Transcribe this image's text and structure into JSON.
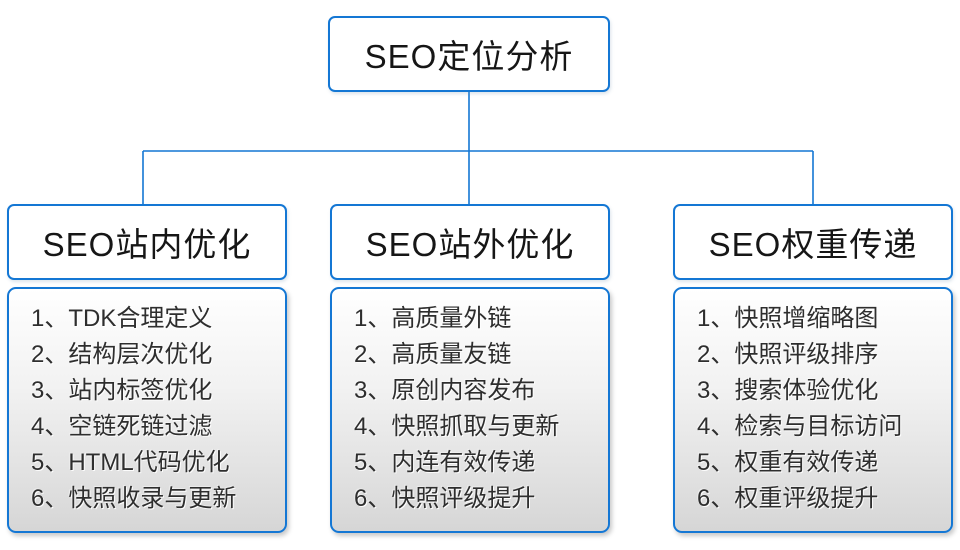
{
  "palette": {
    "line_blue": "#1477d4",
    "panel_gradient_top": "#ffffff",
    "panel_gradient_bottom": "#d6d6d6",
    "text_dark": "#161616"
  },
  "root": {
    "label": "SEO定位分析"
  },
  "branches": [
    {
      "title": "SEO站内优化",
      "items": [
        "1、TDK合理定义",
        "2、结构层次优化",
        "3、站内标签优化",
        "4、空链死链过滤",
        "5、HTML代码优化",
        "6、快照收录与更新"
      ]
    },
    {
      "title": "SEO站外优化",
      "items": [
        "1、高质量外链",
        "2、高质量友链",
        "3、原创内容发布",
        "4、快照抓取与更新",
        "5、内连有效传递",
        "6、快照评级提升"
      ]
    },
    {
      "title": "SEO权重传递",
      "items": [
        "1、快照增缩略图",
        "2、快照评级排序",
        "3、搜索体验优化",
        "4、检索与目标访问",
        "5、权重有效传递",
        "6、权重评级提升"
      ]
    }
  ]
}
